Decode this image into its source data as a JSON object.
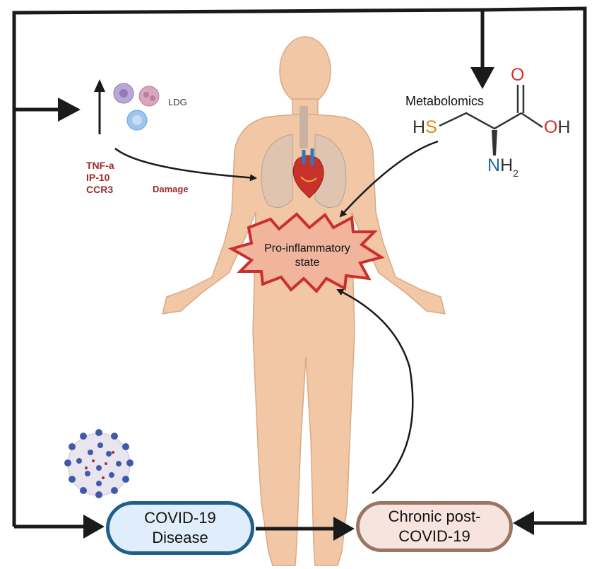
{
  "diagram": {
    "cytokines": [
      "TNF-a",
      "IP-10",
      "CCR3"
    ],
    "damage_label": "Damage",
    "ldg_label": "LDG",
    "metabolomics_label": "Metabolomics",
    "molecule": {
      "hs_h": "H",
      "hs_s": "S",
      "oxygen": "O",
      "oh_o": "O",
      "oh_h": "H",
      "nh_n": "N",
      "nh_h": "H",
      "subscript": "2"
    },
    "pro_inflammatory": [
      "Pro-inflammatory",
      "state"
    ],
    "covid_disease": [
      "COVID-19",
      "Disease"
    ],
    "chronic_post_covid": [
      "Chronic post-",
      "COVID-19"
    ]
  }
}
